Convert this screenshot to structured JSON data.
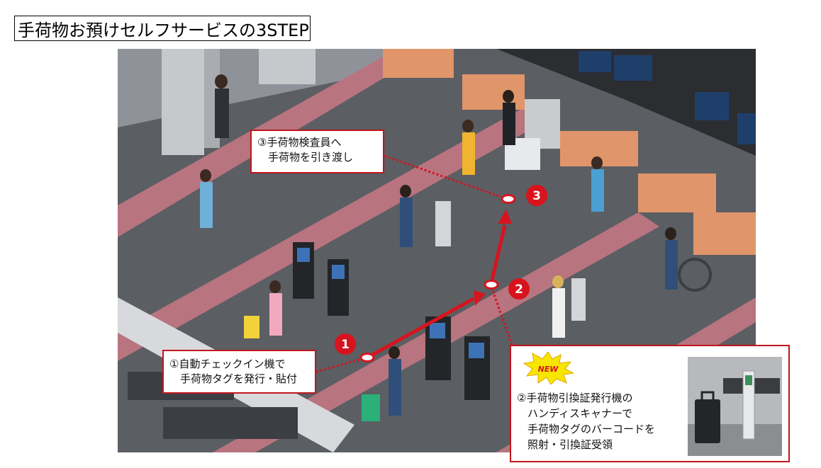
{
  "title": "手荷物お預けセルフサービスの3STEP",
  "steps": [
    {
      "number": "1",
      "lines": [
        "①自動チェックイン機で",
        "　手荷物タグを発行・貼付"
      ]
    },
    {
      "number": "2",
      "lines": [
        "②手荷物引換証発行機の",
        "　ハンディスキャナーで",
        "　手荷物タグのバーコードを",
        "　照射・引換証受領"
      ],
      "badge": "NEW"
    },
    {
      "number": "3",
      "lines": [
        "③手荷物検査員へ",
        "　手荷物を引き渡し"
      ]
    }
  ],
  "colors": {
    "accent": "#d7141e",
    "floor": "#5b5e63",
    "stripe": "#b8747f",
    "counter": "#e0956a",
    "callout_border": "#c0161b",
    "badge": "#f7e600"
  }
}
